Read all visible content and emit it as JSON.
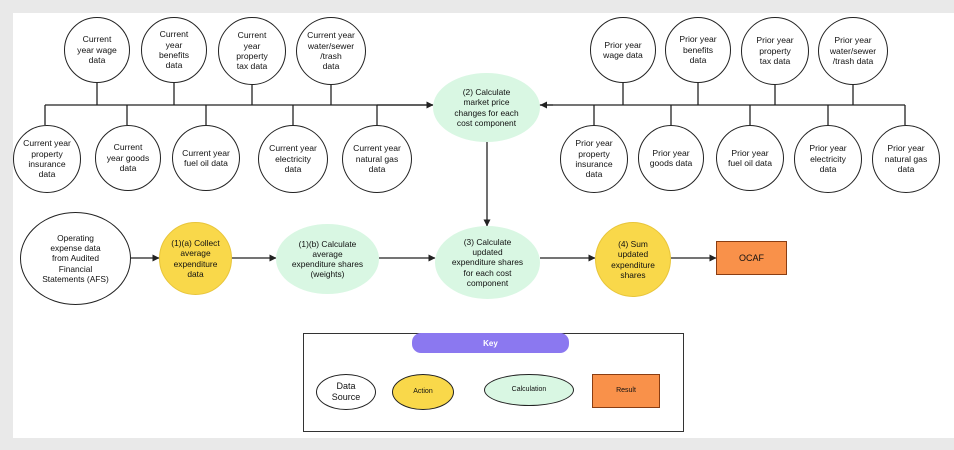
{
  "current_year_sources": {
    "wage": "Current\nyear wage\ndata",
    "benefits": "Current\nyear\nbenefits\ndata",
    "property_tax": "Current\nyear\nproperty\ntax data",
    "water": "Current year\nwater/sewer\n/trash\ndata",
    "insurance": "Current year\nproperty\ninsurance\ndata",
    "goods": "Current\nyear goods\ndata",
    "fuel_oil": "Current year\nfuel oil data",
    "electricity": "Current year\nelectricity\ndata",
    "natural_gas": "Current year\nnatural gas\ndata"
  },
  "prior_year_sources": {
    "wage": "Prior year\nwage data",
    "benefits": "Prior year\nbenefits\ndata",
    "property_tax": "Prior year\nproperty\ntax data",
    "water": "Prior year\nwater/sewer\n/trash data",
    "insurance": "Prior year\nproperty\ninsurance\ndata",
    "goods": "Prior year\ngoods data",
    "fuel_oil": "Prior year\nfuel oil data",
    "electricity": "Prior year\nelectricity\ndata",
    "natural_gas": "Prior year\nnatural gas\ndata"
  },
  "flow": {
    "operating_expense": "Operating\nexpense data\nfrom Audited\nFinancial\nStatements (AFS)",
    "step_1a": "(1)(a) Collect\naverage\nexpenditure\ndata",
    "step_1b": "(1)(b) Calculate\naverage\nexpenditure shares\n(weights)",
    "step_2": "(2) Calculate\nmarket price\nchanges for each\ncost component",
    "step_3": "(3) Calculate\nupdated\nexpenditure shares\nfor each cost\ncomponent",
    "step_4": "(4) Sum\nupdated\nexpenditure\nshares",
    "result": "OCAF"
  },
  "key": {
    "title": "Key",
    "data_source": "Data\nSource",
    "action": "Action",
    "calculation": "Calculation",
    "result": "Result"
  },
  "colors": {
    "action": "#f9d84a",
    "calculation": "#d9f7e3",
    "result": "#f9914a",
    "key_header": "#8b78f0"
  }
}
